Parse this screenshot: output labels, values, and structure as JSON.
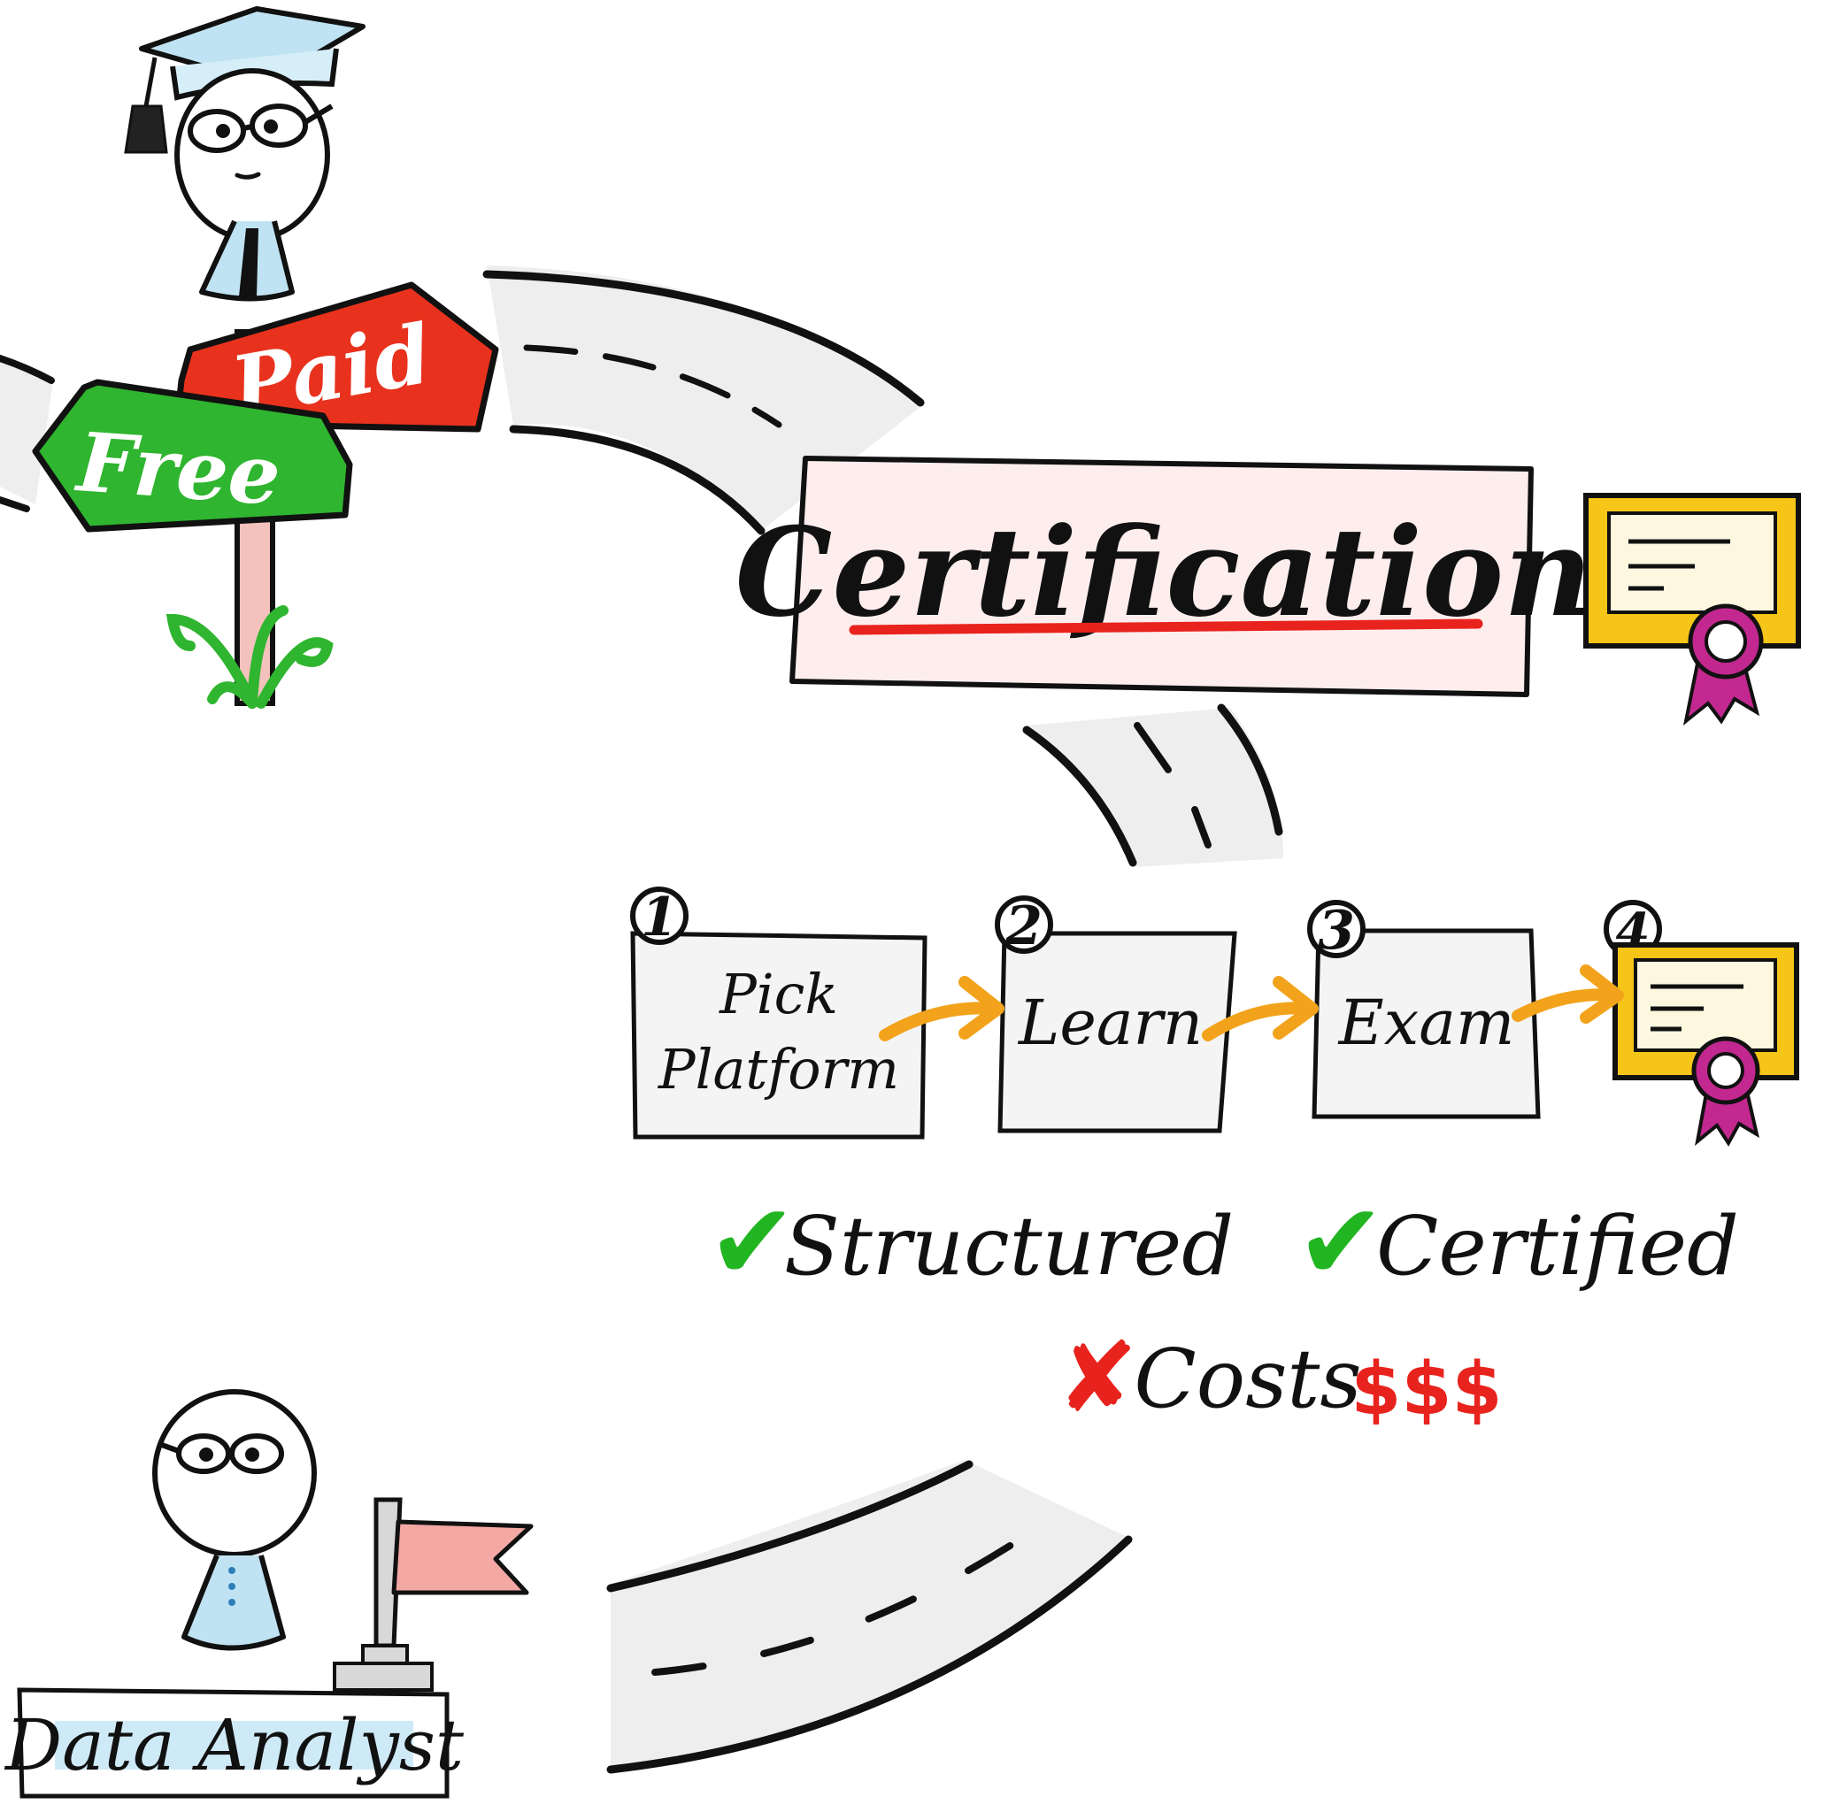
{
  "signpost": {
    "paid_label": "Paid",
    "free_label": "Free"
  },
  "title": {
    "text": "Certification"
  },
  "steps": [
    {
      "number": "1",
      "lines": [
        "Pick",
        "Platform"
      ]
    },
    {
      "number": "2",
      "lines": [
        "Learn"
      ]
    },
    {
      "number": "3",
      "lines": [
        "Exam"
      ]
    },
    {
      "number": "4",
      "lines": []
    }
  ],
  "pros": [
    {
      "mark": "✔",
      "label": "Structured"
    },
    {
      "mark": "✔",
      "label": "Certified"
    }
  ],
  "cons": [
    {
      "mark": "✘",
      "label": "Costs",
      "extra": "$$$"
    }
  ],
  "destination": {
    "label": "Data Analyst"
  },
  "colors": {
    "paid_sign": "#e8321e",
    "free_sign": "#2fb52f",
    "arrow": "#f2a31b",
    "certificate_frame": "#f5c518",
    "ribbon": "#c2288f",
    "check": "#22b522",
    "cross": "#e8231e",
    "title_box": "#fdeeed",
    "underline": "#e8231e",
    "mortarboard": "#bfe3f2",
    "shirt": "#bfe3f2",
    "flag": "#f3a8a3",
    "road": "#eeeeee"
  }
}
